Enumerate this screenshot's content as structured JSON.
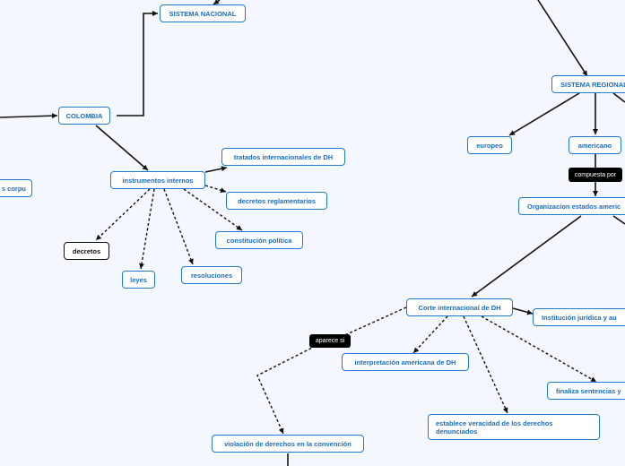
{
  "nodes": {
    "sistema_nacional": "SISTEMA NACIONAL",
    "colombia": "COLOMBIA",
    "corpus": "s corpu",
    "instrumentos_internos": "instrumentos internos",
    "tratados": "tratados internacionales de DH",
    "decretos_reglamentarios": "decretos reglamentarios",
    "constitucion": "constitución política",
    "decretos": "decretos",
    "leyes": "leyes",
    "resoluciones": "resoluciones",
    "sistema_regional": "SISTEMA REGIONAL",
    "europeo": "europeo",
    "americano": "americano",
    "organizacion": "Organizacion estados americ",
    "corte": "Corte internacional de DH",
    "institucion": "Institución jurídica y au",
    "interpretacion": "interpretación americana de DH",
    "finaliza": "finaliza sentencias y",
    "establece": "establece veracidad de los derechos denunciados",
    "violacion": "violación de derechos en la convención"
  },
  "labels": {
    "compuesta_por": "compuesta por",
    "aparece_si": "aparece si"
  },
  "colors": {
    "background": "#f4f7fd",
    "node_border": "#1f7bd0",
    "node_text": "#1b6cc0",
    "edge": "#111111",
    "label_bg": "#000000"
  }
}
